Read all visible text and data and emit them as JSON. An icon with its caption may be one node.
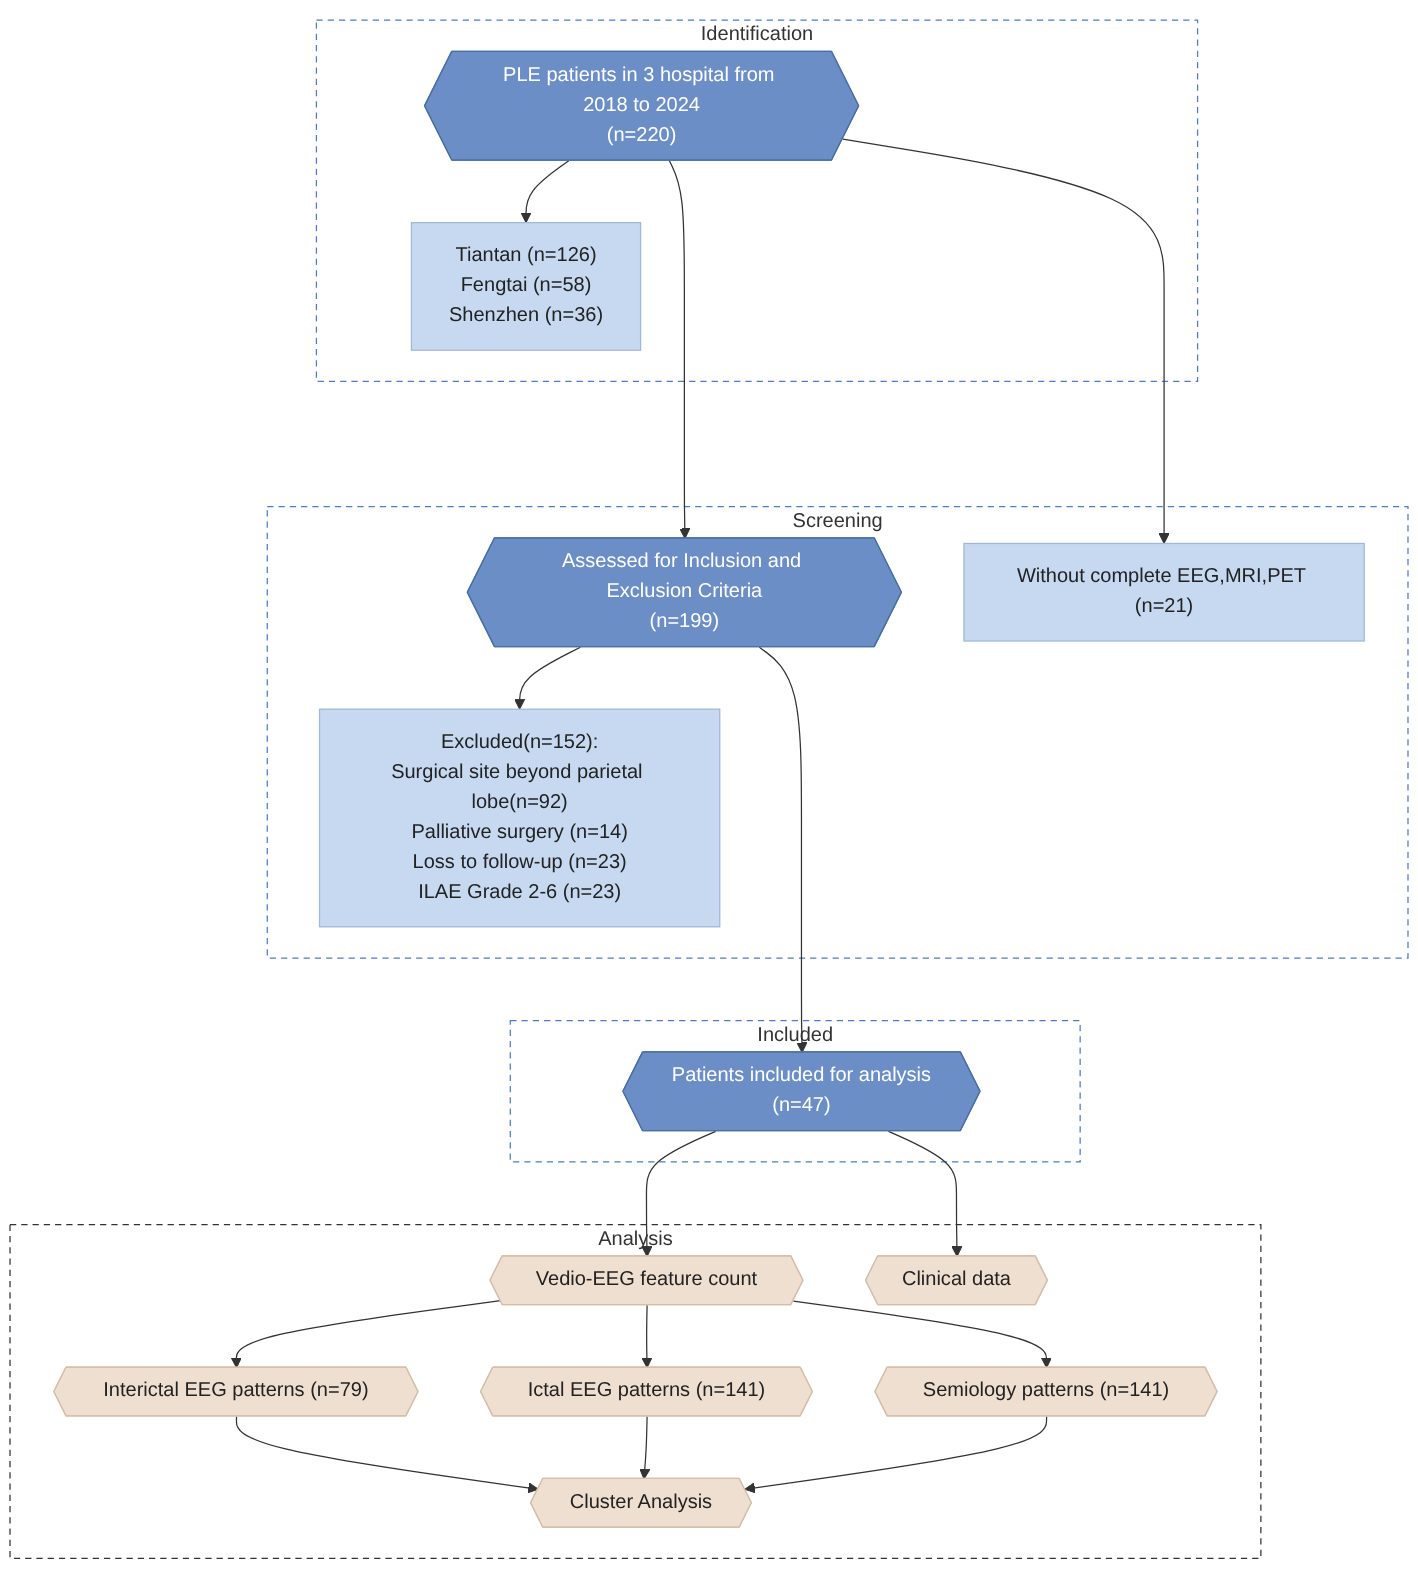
{
  "diagram": {
    "nodes": [
      {
        "text": [
          "Identification"
        ]
      },
      {
        "text": [
          "PLE patients in 3 hospital from 2018 to 2024",
          "(n=220)"
        ],
        "in": 0
      },
      {
        "text": [
          "Tiantan (n=126)",
          "Fengtai (n=58)",
          "Shenzhen (n=36)"
        ],
        "in": 0
      },
      {
        "text": [
          "Screening"
        ]
      },
      {
        "text": [
          "Without complete EEG,MRI,PET (n=21)"
        ],
        "in": 3
      },
      {
        "text": [
          "Assessed for Inclusion and Exclusion Criteria",
          "(n=199)"
        ],
        "in": 3
      },
      {
        "text": [
          "Excluded(n=152):",
          "Surgical site beyond parietal lobe(n=92)",
          "Palliative surgery (n=14)",
          "Loss to follow-up (n=23)",
          "ILAE Grade 2-6 (n=23)"
        ],
        "in": 3
      },
      {
        "text": [
          "Included"
        ]
      },
      {
        "text": [
          "Patients included for analysis",
          "(n=47)"
        ],
        "in": 7
      },
      {
        "text": [
          "Analysis"
        ]
      },
      {
        "text": [
          "Vedio-EEG feature count"
        ],
        "in": 9
      },
      {
        "text": [
          "Clinical data"
        ],
        "in": 9
      },
      {
        "text": [
          "Interictal EEG patterns (n=79)"
        ],
        "in": 9
      },
      {
        "text": [
          "Ictal EEG patterns (n=141)"
        ],
        "in": 9
      },
      {
        "text": [
          "Semiology patterns (n=141)"
        ],
        "in": 9
      },
      {
        "text": [
          "Cluster Analysis"
        ],
        "in": 9
      }
    ],
    "edges": [
      {
        "from": 1,
        "to": 2,
        "arrow": "to"
      },
      {
        "from": 1,
        "to": 4,
        "arrow": "to"
      },
      {
        "from": 1,
        "to": 5,
        "arrow": "to"
      },
      {
        "from": 5,
        "to": 6,
        "arrow": "to"
      },
      {
        "from": 5,
        "to": 8,
        "arrow": "to"
      },
      {
        "from": 8,
        "to": 10,
        "arrow": "to"
      },
      {
        "from": 8,
        "to": 11,
        "arrow": "to"
      },
      {
        "from": 10,
        "to": 12,
        "arrow": "to"
      },
      {
        "from": 10,
        "to": 13,
        "arrow": "to"
      },
      {
        "from": 10,
        "to": 14,
        "arrow": "to"
      },
      {
        "from": 12,
        "to": 15,
        "arrow": "to"
      },
      {
        "from": 13,
        "to": 15,
        "arrow": "to"
      },
      {
        "from": 14,
        "to": 15,
        "arrow": "to"
      }
    ]
  }
}
